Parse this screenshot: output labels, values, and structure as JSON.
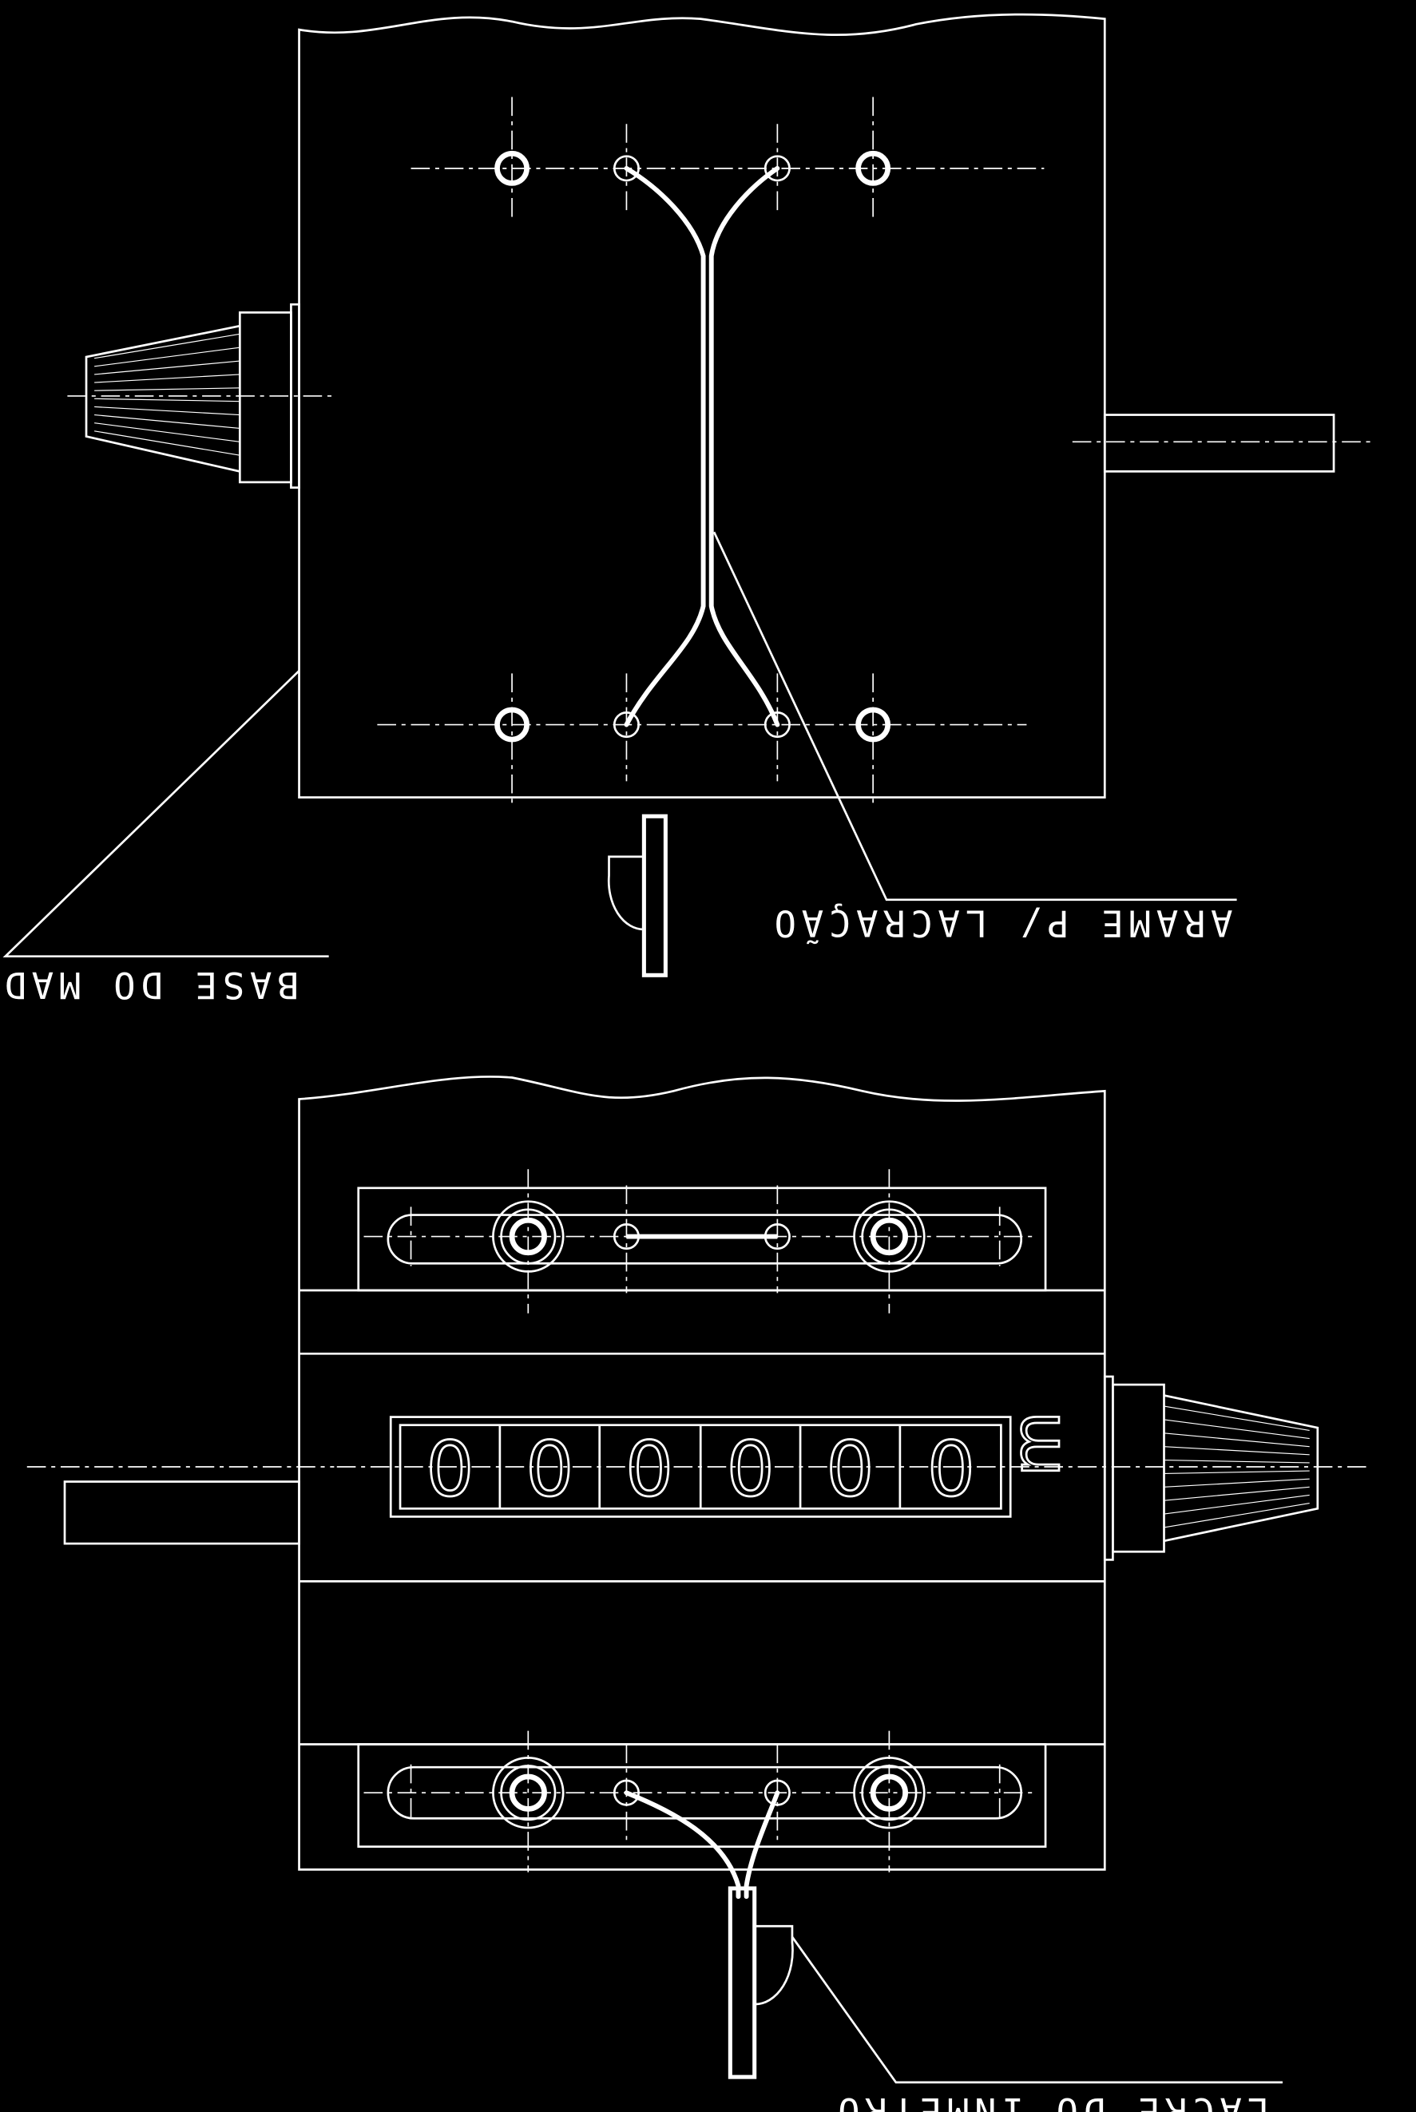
{
  "labels": {
    "base_do_medidor": "BASE DO MADIDOR",
    "arame_lacracao": "ARAME P/ LACRAÇÃO",
    "lacre_inmetro": "LACRE DO INMETRO"
  },
  "counter": {
    "digits": [
      "0",
      "0",
      "0",
      "0",
      "0",
      "0"
    ],
    "unit": "m"
  },
  "colors": {
    "background": "#000000",
    "line": "#ffffff"
  }
}
